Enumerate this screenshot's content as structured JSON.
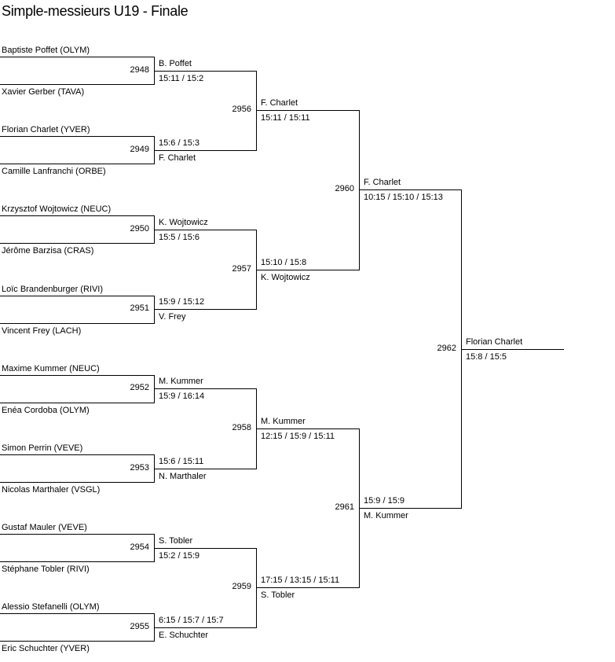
{
  "title": "Simple-messieurs U19 - Finale",
  "players": [
    "Baptiste Poffet (OLYM)",
    "Xavier Gerber (TAVA)",
    "Florian Charlet (YVER)",
    "Camille Lanfranchi (ORBE)",
    "Krzysztof Wojtowicz (NEUC)",
    "Jérôme Barzisa (CRAS)",
    "Loïc Brandenburger (RIVI)",
    "Vincent Frey (LACH)",
    "Maxime Kummer (NEUC)",
    "Enéa Cordoba (OLYM)",
    "Simon Perrin (VEVE)",
    "Nicolas Marthaler (VSGL)",
    "Gustaf Mauler (VEVE)",
    "Stéphane Tobler (RIVI)",
    "Alessio Stefanelli (OLYM)",
    "Eric Schuchter (YVER)"
  ],
  "rounds": [
    [
      {
        "id": "2948",
        "winner": "B. Poffet",
        "score": "15:11 / 15:2"
      },
      {
        "id": "2949",
        "winner": "F. Charlet",
        "score": "15:6 / 15:3"
      },
      {
        "id": "2950",
        "winner": "K. Wojtowicz",
        "score": "15:5 / 15:6"
      },
      {
        "id": "2951",
        "winner": "V. Frey",
        "score": "15:9 / 15:12"
      },
      {
        "id": "2952",
        "winner": "M. Kummer",
        "score": "15:9 / 16:14"
      },
      {
        "id": "2953",
        "winner": "N. Marthaler",
        "score": "15:6 / 15:11"
      },
      {
        "id": "2954",
        "winner": "S. Tobler",
        "score": "15:2 / 15:9"
      },
      {
        "id": "2955",
        "winner": "E. Schuchter",
        "score": "6:15 / 15:7 / 15:7"
      }
    ],
    [
      {
        "id": "2956",
        "winner": "F. Charlet",
        "score": "15:11 / 15:11"
      },
      {
        "id": "2957",
        "winner": "K. Wojtowicz",
        "score": "15:10 / 15:8"
      },
      {
        "id": "2958",
        "winner": "M. Kummer",
        "score": "12:15 / 15:9 / 15:11"
      },
      {
        "id": "2959",
        "winner": "S. Tobler",
        "score": "17:15 / 13:15 / 15:11"
      }
    ],
    [
      {
        "id": "2960",
        "winner": "F. Charlet",
        "score": "10:15 / 15:10 / 15:13"
      },
      {
        "id": "2961",
        "winner": "M. Kummer",
        "score": "15:9 / 15:9"
      }
    ],
    [
      {
        "id": "2962",
        "winner": "Florian Charlet",
        "score": "15:8 / 15:5"
      }
    ]
  ]
}
